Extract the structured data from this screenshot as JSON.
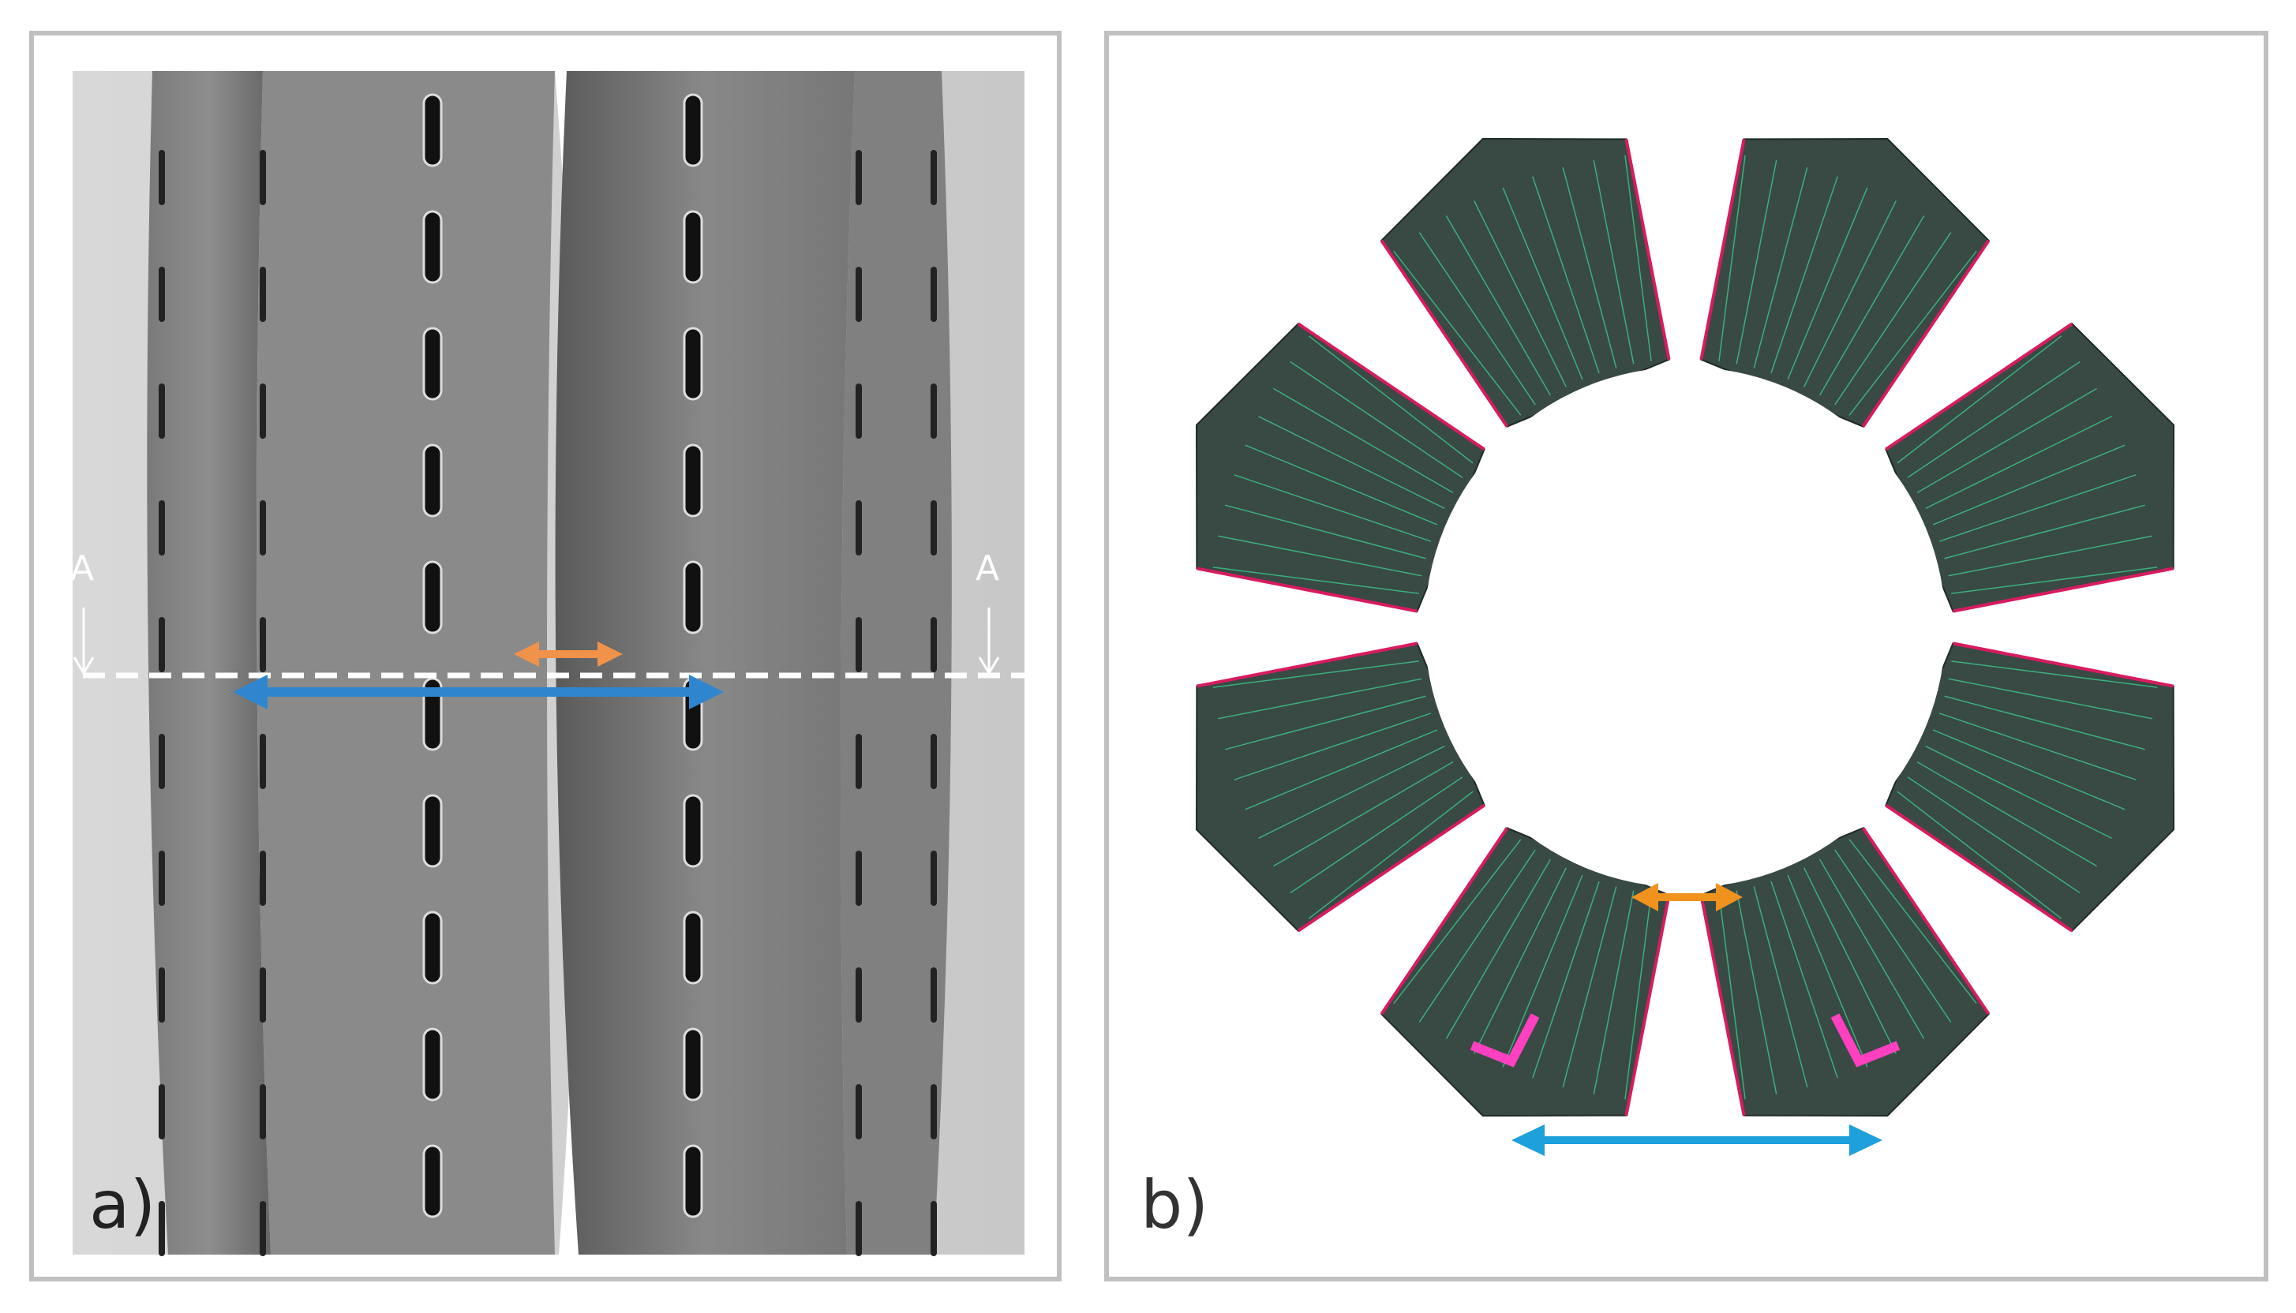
{
  "panels": [
    {
      "label": "a)"
    },
    {
      "label": "b)"
    }
  ],
  "section_marker": {
    "left": "A",
    "right": "A"
  },
  "colors": {
    "orange_arrow": "#f0924a",
    "blue_arrow": "#2f86cf",
    "fold_edge": "#d81b60",
    "highlight_edge": "#ff40c0",
    "crease_lines": "#3ddc97",
    "panel_fill": "#2e3f3a",
    "frame": "#c0c0c0"
  },
  "icons": [
    "double-arrow-icon",
    "down-arrow-icon",
    "dashed-section-line"
  ]
}
